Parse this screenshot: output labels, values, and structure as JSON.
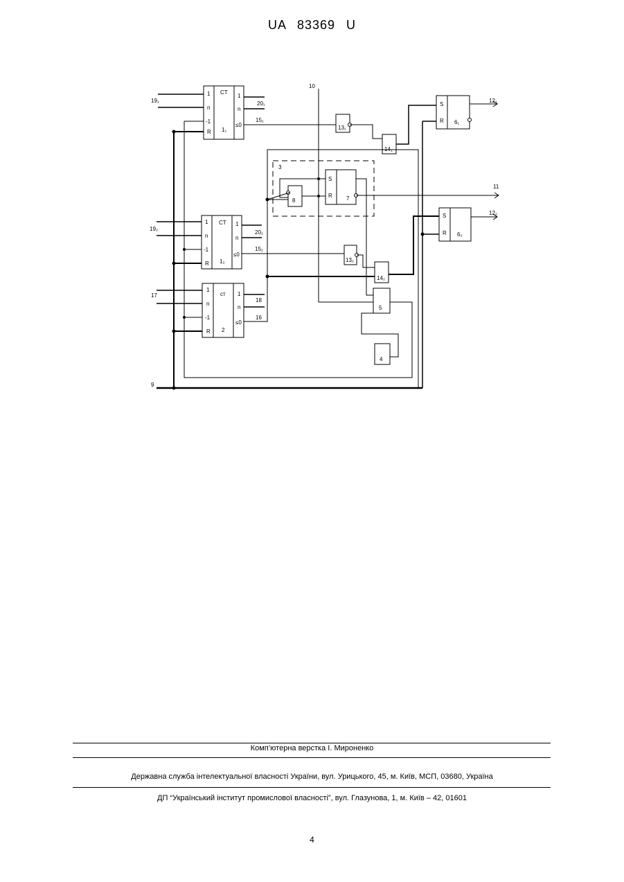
{
  "header": {
    "doc_number": "UA   83369   U"
  },
  "diagram": {
    "labels": {
      "in_19_1": "19₁",
      "in_19_2": "19₂",
      "in_17": "17",
      "in_9": "9",
      "in_10": "10",
      "out_20_1": "20₁",
      "out_15_1": "15₁",
      "out_20_2": "20₂",
      "out_15_2": "15₂",
      "out_18": "18",
      "out_16": "16",
      "out_11": "11",
      "out_12_1": "12₁",
      "out_12_2": "12₂",
      "ct": "CT",
      "ct_lower": "ст",
      "pin_1": "1",
      "pin_n": "n",
      "pin_minus1": "-1",
      "pin_r": "R",
      "pin_le0": "≤0",
      "pin_s": "S",
      "counter_1_1": "1₁",
      "counter_1_2": "1₂",
      "counter_2": "2",
      "block_3": "3",
      "block_4": "4",
      "block_5": "5",
      "block_6_1": "6₁",
      "block_6_2": "6₂",
      "block_7": "7",
      "block_8": "8",
      "gate_13_1": "13₁",
      "gate_13_2": "13₂",
      "gate_14_1": "14₁",
      "gate_14_2": "14₂"
    }
  },
  "footer": {
    "layout_credit": "Комп’ютерна верстка І. Мироненко",
    "agency": "Державна служба інтелектуальної власності України, вул. Урицького, 45, м. Київ, МСП, 03680, Україна",
    "institute": "ДП “Український інститут промислової власності”, вул. Глазунова, 1, м. Київ – 42, 01601"
  },
  "page_number": "4"
}
